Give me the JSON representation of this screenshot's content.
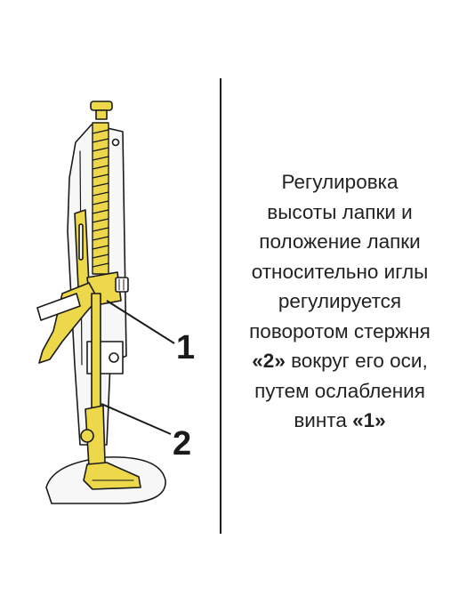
{
  "callouts": {
    "one": "1",
    "two": "2"
  },
  "caption": {
    "line1": "Регулировка",
    "line2": "высоты лапки и",
    "line3": "положение лапки",
    "line4": "относительно иглы",
    "line5": "регулируется",
    "line6": "поворотом стержня",
    "line7_bold": "«2»",
    "line7_rest": " вокруг его оси,",
    "line8": "путем ослабления",
    "line9_text": "винта ",
    "line9_bold": "«1»"
  },
  "colors": {
    "brass": "#ecd84a",
    "outline": "#1a1a1a",
    "machine_fill": "#f7f7f7",
    "text": "#222222"
  }
}
